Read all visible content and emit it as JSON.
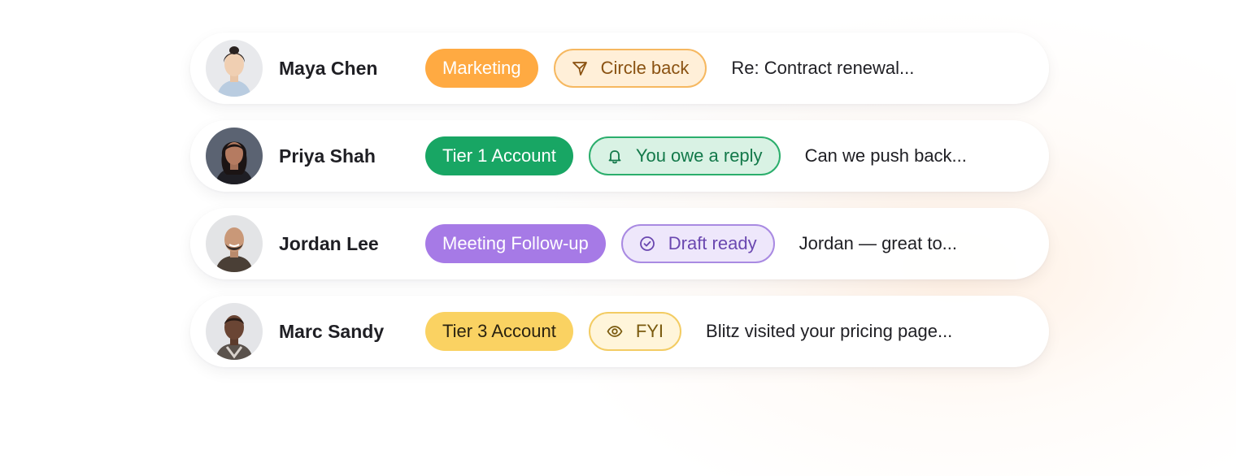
{
  "rows": [
    {
      "name": "Maya Chen",
      "avatar_icon": "avatar-photo",
      "tag": {
        "label": "Marketing",
        "color": "#FFAA42"
      },
      "status": {
        "label": "Circle back",
        "icon": "send-icon",
        "border": "#F6B860",
        "bg": "#FFEFD8",
        "text": "#8A5212"
      },
      "preview": "Re: Contract renewal..."
    },
    {
      "name": "Priya Shah",
      "avatar_icon": "avatar-photo",
      "tag": {
        "label": "Tier 1 Account",
        "color": "#18A664"
      },
      "status": {
        "label": "You owe a reply",
        "icon": "bell-icon",
        "border": "#2BAE6C",
        "bg": "#D9F2E4",
        "text": "#13794A"
      },
      "preview": "Can we push back..."
    },
    {
      "name": "Jordan Lee",
      "avatar_icon": "avatar-photo",
      "tag": {
        "label": "Meeting Follow-up",
        "color": "#A67AE6"
      },
      "status": {
        "label": "Draft ready",
        "icon": "check-circle-icon",
        "border": "#A98AE2",
        "bg": "#EEE7FB",
        "text": "#6A47B0"
      },
      "preview": "Jordan — great to..."
    },
    {
      "name": "Marc Sandy",
      "avatar_icon": "avatar-photo",
      "tag": {
        "label": "Tier 3 Account",
        "color": "#FAD262"
      },
      "status": {
        "label": "FYI",
        "icon": "eye-icon",
        "border": "#F3CC63",
        "bg": "#FFF5DA",
        "text": "#7A5A0E"
      },
      "preview": "Blitz visited your pricing page..."
    }
  ]
}
